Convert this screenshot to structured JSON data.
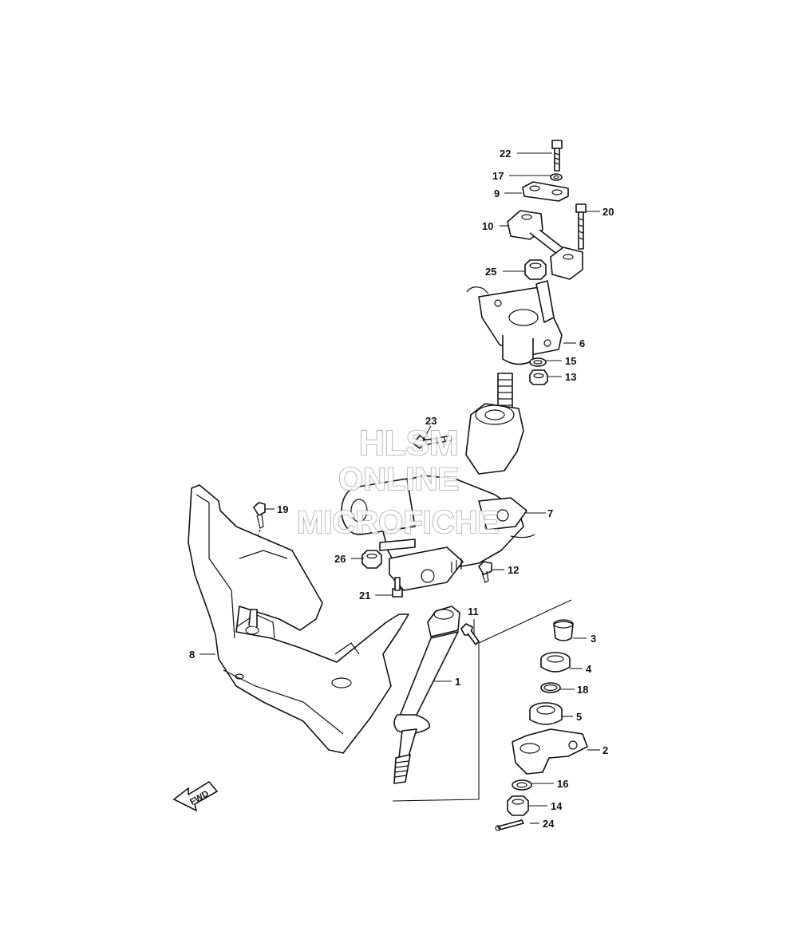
{
  "labels": [
    {
      "key": "p1",
      "text": "1"
    },
    {
      "key": "p2",
      "text": "2"
    },
    {
      "key": "p3",
      "text": "3"
    },
    {
      "key": "p4",
      "text": "4"
    },
    {
      "key": "p5",
      "text": "5"
    },
    {
      "key": "p6",
      "text": "6"
    },
    {
      "key": "p7",
      "text": "7"
    },
    {
      "key": "p8",
      "text": "8"
    },
    {
      "key": "p9",
      "text": "9"
    },
    {
      "key": "p10",
      "text": "10"
    },
    {
      "key": "p11",
      "text": "11"
    },
    {
      "key": "p12",
      "text": "12"
    },
    {
      "key": "p13",
      "text": "13"
    },
    {
      "key": "p14",
      "text": "14"
    },
    {
      "key": "p15",
      "text": "15"
    },
    {
      "key": "p16",
      "text": "16"
    },
    {
      "key": "p17",
      "text": "17"
    },
    {
      "key": "p18",
      "text": "18"
    },
    {
      "key": "p19",
      "text": "19"
    },
    {
      "key": "p20",
      "text": "20"
    },
    {
      "key": "p21",
      "text": "21"
    },
    {
      "key": "p22",
      "text": "22"
    },
    {
      "key": "p23",
      "text": "23"
    },
    {
      "key": "p24",
      "text": "24"
    },
    {
      "key": "p25",
      "text": "25"
    },
    {
      "key": "p26",
      "text": "26"
    }
  ],
  "fwd_arrow": {
    "text": "FWD"
  },
  "watermark": {
    "line1": "HLSM",
    "line2": "ONLINE",
    "line3": "MICROFICHE"
  }
}
